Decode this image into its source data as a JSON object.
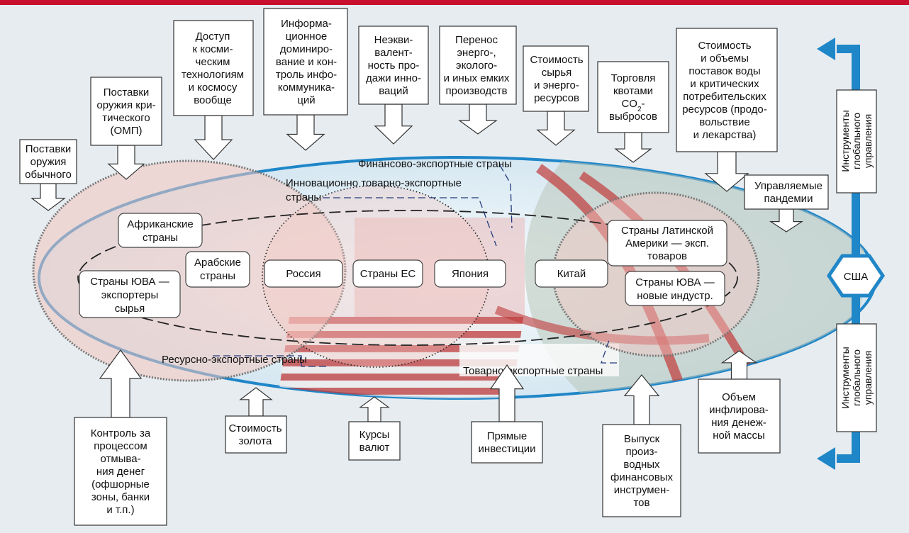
{
  "diagram": {
    "arrow_boxes_top": [
      {
        "lines": [
          "Поставки",
          "оружия",
          "обычного"
        ]
      },
      {
        "lines": [
          "Поставки",
          "оружия кри-",
          "тического",
          "(ОМП)"
        ]
      },
      {
        "lines": [
          "Доступ",
          "к косми-",
          "ческим",
          "технологиям",
          "и космосу",
          "вообще"
        ]
      },
      {
        "lines": [
          "Информа-",
          "ционное",
          "доминиро-",
          "вание и кон-",
          "троль инфо-",
          "коммуника-",
          "ций"
        ]
      },
      {
        "lines": [
          "Неэкви-",
          "валент-",
          "ность про-",
          "дажи инно-",
          "ваций"
        ]
      },
      {
        "lines": [
          "Перенос",
          "энерго-,",
          "эколого-",
          "и иных емких",
          "производств"
        ]
      },
      {
        "lines": [
          "Стоимость",
          "сырья",
          "и энерго-",
          "ресурсов"
        ]
      },
      {
        "lines": [
          "Торговля",
          "квотами",
          "CO",
          "выбросов"
        ],
        "subscript": "2",
        "suffix": "-"
      },
      {
        "lines": [
          "Стоимость",
          "и объемы",
          "поставок воды",
          "и критических",
          "потребительских",
          "ресурсов (продо-",
          "вольствие",
          "и лекарства)"
        ]
      },
      {
        "lines": [
          "Управляемые",
          "пандемии"
        ]
      }
    ],
    "arrow_boxes_bottom": [
      {
        "lines": [
          "Контроль за",
          "процессом",
          "отмыва-",
          "ния денег",
          "(офшорные",
          "зоны, банки",
          "и т.п.)"
        ]
      },
      {
        "lines": [
          "Стоимость",
          "золота"
        ]
      },
      {
        "lines": [
          "Курсы",
          "валют"
        ]
      },
      {
        "lines": [
          "Прямые",
          "инвестиции"
        ]
      },
      {
        "lines": [
          "Выпуск",
          "произ-",
          "водных",
          "финансовых",
          "инструмен-",
          "тов"
        ]
      },
      {
        "lines": [
          "Объем",
          "инфлирова-",
          "ния денеж-",
          "ной массы"
        ]
      }
    ],
    "group_labels": {
      "financial": "Финансово-экспортные страны",
      "innovation_line1": "Инновационно товарно-экспортные",
      "innovation_line2": "страны",
      "resource": "Ресурсно-экспортные страны",
      "commodity": "Товарно-экспортные страны"
    },
    "countries": [
      {
        "lines": [
          "Африканские",
          "страны"
        ]
      },
      {
        "lines": [
          "Арабские",
          "страны"
        ]
      },
      {
        "lines": [
          "Страны ЮВА —",
          "экспортеры",
          "сырья"
        ]
      },
      {
        "lines": [
          "Россия"
        ]
      },
      {
        "lines": [
          "Страны ЕС"
        ]
      },
      {
        "lines": [
          "Япония"
        ]
      },
      {
        "lines": [
          "Китай"
        ]
      },
      {
        "lines": [
          "Страны Латинской",
          "Америки — эксп.",
          "товаров"
        ]
      },
      {
        "lines": [
          "Страны ЮВА —",
          "новые индустр."
        ]
      }
    ],
    "usa": "США",
    "instruments_top": [
      "Инструменты",
      "глобального",
      "управления"
    ],
    "instruments_bottom": [
      "Инструменты",
      "глобального",
      "управления"
    ]
  },
  "colors": {
    "top_bar": "#c8102e",
    "background": "#e6ecf0",
    "accent_blue": "#1f86c8",
    "ellipse_fill": "#cfe3ef",
    "circle_fill": "#f3c6c0"
  }
}
